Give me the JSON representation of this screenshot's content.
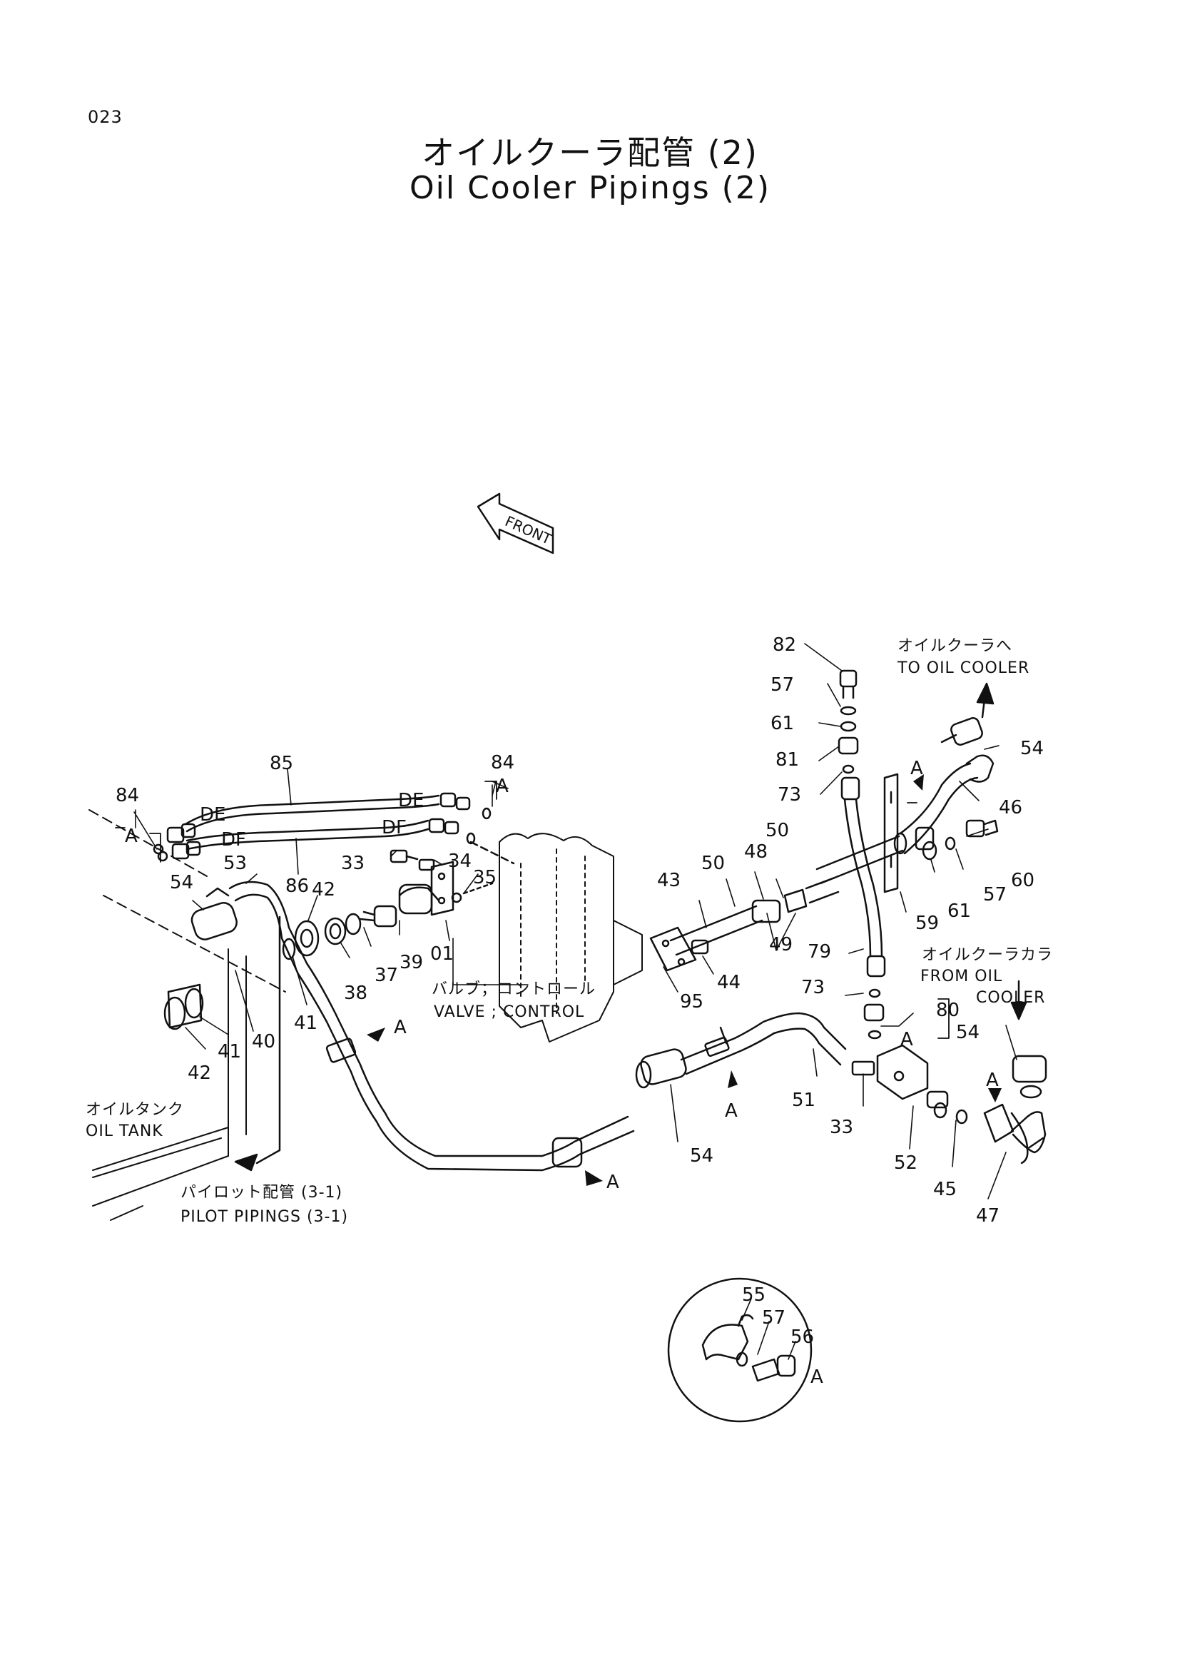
{
  "page_number": "023",
  "title_jp": "オイルクーラ配管 (2)",
  "title_en": "Oil Cooler Pipings (2)",
  "front_label": "FRONT",
  "notes": {
    "to_cooler_jp": "オイルクーラへ",
    "to_cooler_en": "TO OIL COOLER",
    "from_cooler_jp": "オイルクーラカラ",
    "from_cooler_en1": "FROM OIL",
    "from_cooler_en2": "COOLER",
    "valve_jp": "バルブ；コントロール",
    "valve_en": "VALVE ; CONTROL",
    "tank_jp": "オイルタンク",
    "tank_en": "OIL TANK",
    "pilot_jp": "パイロット配管 (3-1)",
    "pilot_en": "PILOT PIPINGS (3-1)"
  },
  "ports": {
    "de": "DE",
    "df": "DF"
  },
  "view_marker": "A",
  "part_labels": {
    "p82": "82",
    "p57a": "57",
    "p61a": "61",
    "p81": "81",
    "p73a": "73",
    "p79": "79",
    "p73b": "73",
    "p80": "80",
    "p54a": "54",
    "p46": "46",
    "p60": "60",
    "p57b": "57",
    "p61b": "61",
    "p59": "59",
    "p43": "43",
    "p48": "48",
    "p50a": "50",
    "p50b": "50",
    "p49": "49",
    "p44": "44",
    "p95": "95",
    "p85": "85",
    "p84a": "84",
    "p84b": "84",
    "p86": "86",
    "p33a": "33",
    "p34": "34",
    "p35": "35",
    "p01": "01",
    "p39": "39",
    "p37": "37",
    "p38": "38",
    "p53": "53",
    "p54b": "54",
    "p42a": "42",
    "p41a": "41",
    "p40": "40",
    "p41b": "41",
    "p42b": "42",
    "p51": "51",
    "p33b": "33",
    "p54c": "54",
    "p52": "52",
    "p45": "45",
    "p47": "47",
    "p54d": "54",
    "p55": "55",
    "p57c": "57",
    "p56": "56"
  }
}
